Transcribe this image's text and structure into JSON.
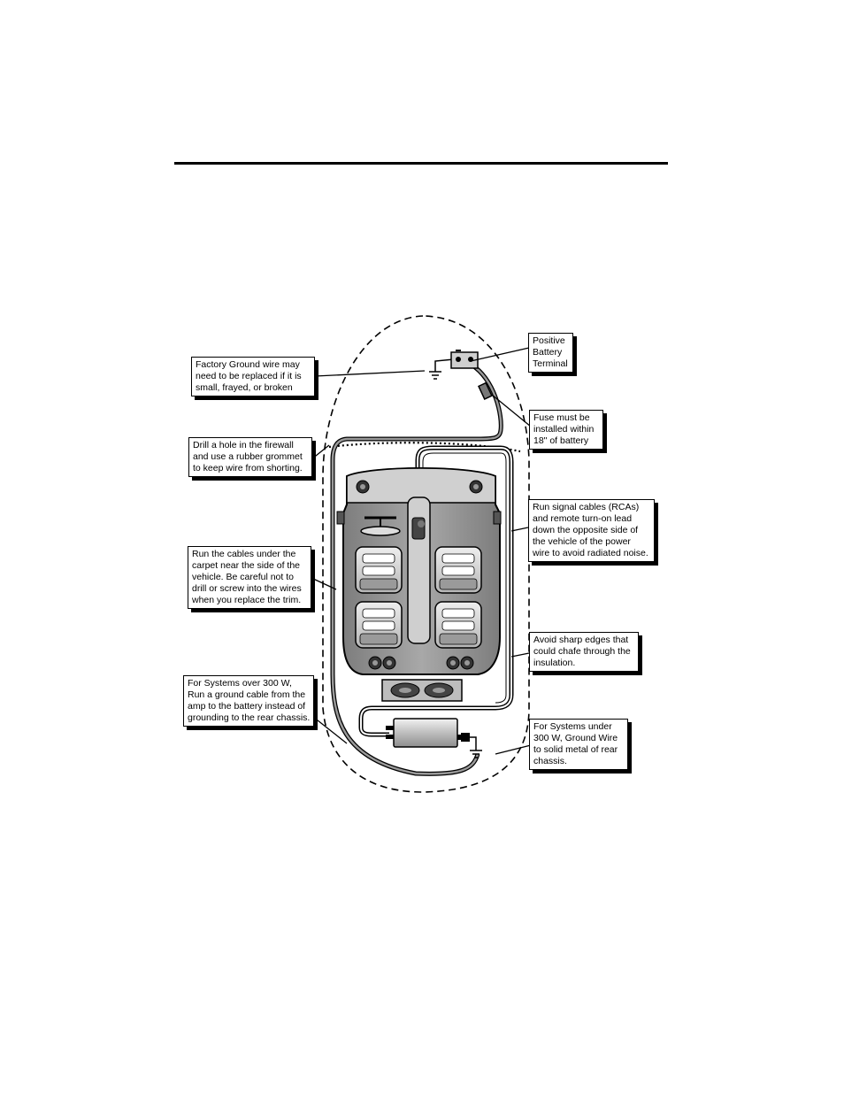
{
  "callouts": {
    "positive_terminal": [
      "Positive",
      "Battery",
      "Terminal"
    ],
    "factory_ground": [
      "Factory Ground wire may",
      "need to be replaced if it is",
      "small, frayed, or broken"
    ],
    "fuse": [
      "Fuse must be",
      "installed within",
      "18\" of battery"
    ],
    "firewall": [
      "Drill a hole in the firewall",
      "and use a rubber grommet",
      "to keep wire from shorting."
    ],
    "signal_cables": [
      "Run signal cables (RCAs)",
      "and remote turn-on lead",
      "down the opposite side of",
      "the vehicle of the power",
      "wire to avoid radiated noise."
    ],
    "carpet": [
      "Run the cables under the",
      "carpet near the side of the",
      "vehicle. Be careful not to",
      "drill or screw into the wires",
      "when you replace the trim."
    ],
    "sharp_edges": [
      "Avoid sharp edges that",
      "could chafe through the",
      "insulation."
    ],
    "over_300w": [
      "For Systems over 300 W,",
      "Run a ground cable from the",
      "amp to the battery instead of",
      "grounding to the rear chassis."
    ],
    "under_300w": [
      "For Systems under",
      "300 W, Ground Wire",
      "to solid metal of rear",
      "chassis."
    ]
  },
  "colors": {
    "ink": "#000000",
    "vehicle_fill": "#9a9a9a",
    "seat_fill": "#d8d8d8",
    "wire_gray": "#8a8a8a",
    "amp_fill": "#cfcfcf"
  }
}
